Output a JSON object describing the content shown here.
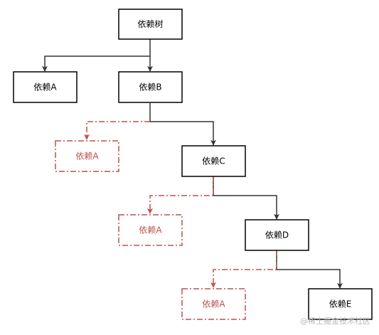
{
  "diagram": {
    "nodes": {
      "root": "依赖树",
      "a": "依赖A",
      "b": "依赖B",
      "a_dup_1": "依赖A",
      "c": "依赖C",
      "a_dup_2": "依赖A",
      "d": "依赖D",
      "a_dup_3": "依赖A",
      "e": "依赖E"
    },
    "colors": {
      "normal": "#000000",
      "duplicate": "#b85450"
    }
  },
  "watermark": {
    "text": "@稀土掘金技术社区"
  }
}
